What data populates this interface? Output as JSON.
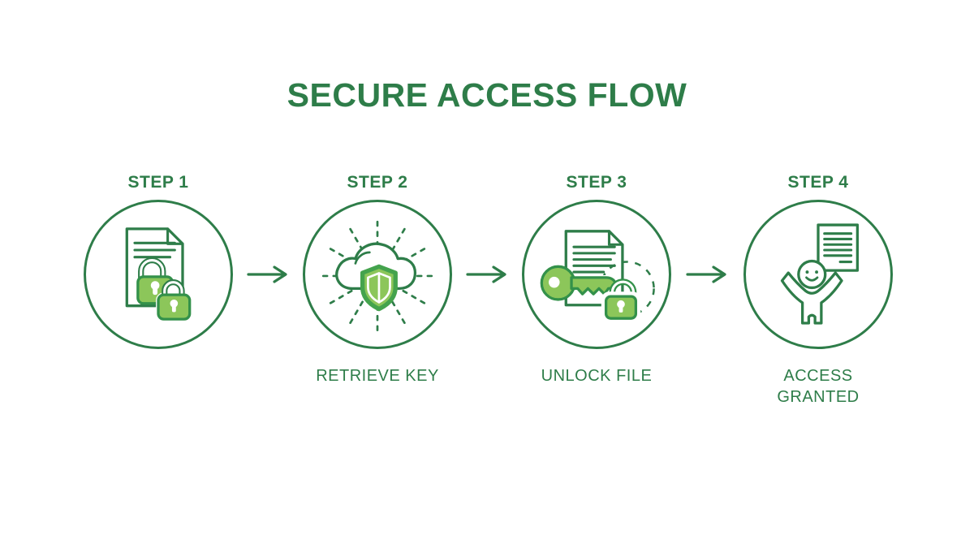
{
  "title": "SECURE ACCESS FLOW",
  "colors": {
    "background": "#FFFFFF",
    "brand_dark": "#2E7D49",
    "brand_mid": "#33914A",
    "brand_light": "#8CC65A",
    "shield_border": "#44A34D"
  },
  "steps": [
    {
      "label": "STEP 1",
      "caption": "",
      "icon": "locked-file-icon"
    },
    {
      "label": "STEP 2",
      "caption": "RETRIEVE KEY",
      "icon": "cloud-shield-icon"
    },
    {
      "label": "STEP 3",
      "caption": "UNLOCK FILE",
      "icon": "key-unlock-file-icon"
    },
    {
      "label": "STEP 4",
      "caption": "ACCESS GRANTED",
      "icon": "person-with-file-icon"
    }
  ],
  "connector": {
    "icon": "arrow-right-icon"
  }
}
